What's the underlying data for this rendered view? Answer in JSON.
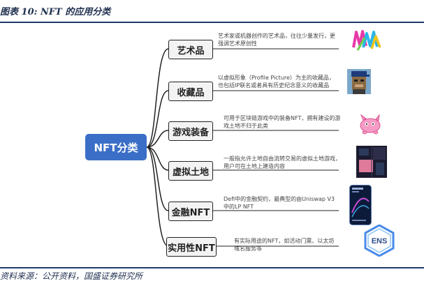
{
  "figure_title": "图表 10:  NFT 的应用分类",
  "source": "资料来源：公开资料，国盛证券研究所",
  "center": "NFT分类",
  "categories": [
    {
      "label": "艺术品",
      "desc": "艺术家或机器创作的艺术品，往往少量发行，更强调艺术原创性",
      "icon": "colorful-art-icon"
    },
    {
      "label": "收藏品",
      "desc": "以虚拟形象（Profile Picture）为主的收藏品，也包括IP联名或者具有历史纪念意义的收藏品",
      "icon": "pixel-avatar-icon"
    },
    {
      "label": "游戏装备",
      "desc": "可用于区块链游戏中的装备NFT，拥有建设的游戏土地不归于此类",
      "icon": "pink-axie-creature-icon"
    },
    {
      "label": "虚拟土地",
      "desc": "一般指允许土地自由流转交易的虚拟土地游戏，用户可在土地上建造内容",
      "icon": "virtual-land-icon"
    },
    {
      "label": "金融NFT",
      "desc": "Defi中的金融契约，最典型的由Uniswap V3中的LP NFT",
      "icon": "uniswap-lp-card-icon"
    },
    {
      "label": "实用性NFT",
      "desc": "有实际用途的NFT，如活动门票、以太坊域名服务等",
      "icon": "ens-logo-icon",
      "icon_text": "ENS"
    }
  ],
  "colors": {
    "center_box": "#3b6fc7",
    "title_rule": "#1f3a6b",
    "connector": "#222222"
  }
}
